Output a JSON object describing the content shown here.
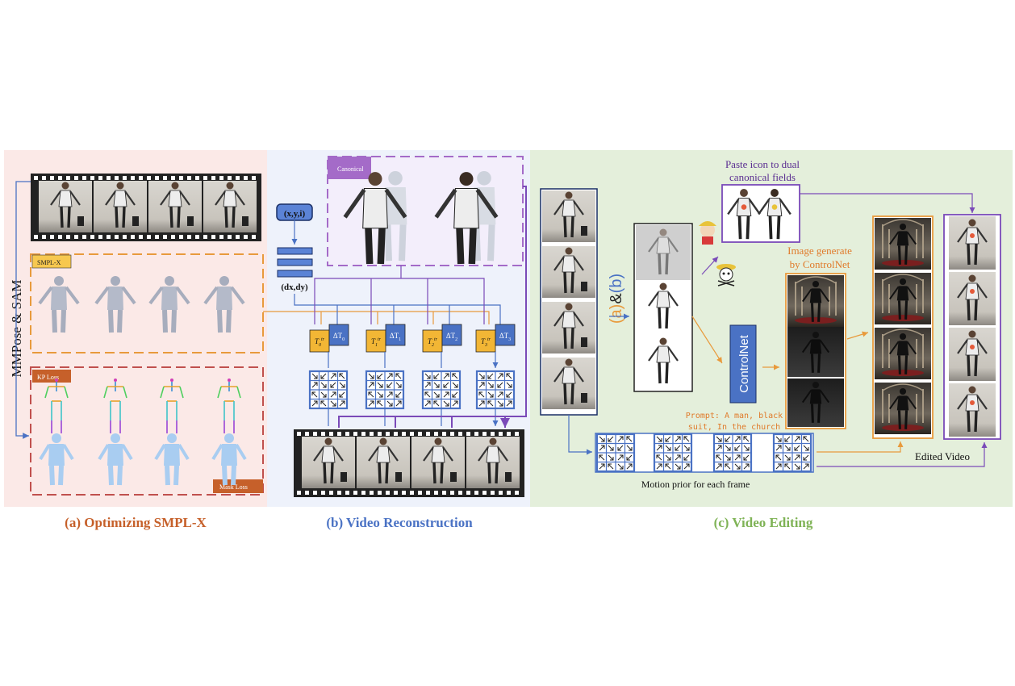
{
  "panel_a": {
    "caption": "(a) Optimizing SMPL-X",
    "side_label": "MMPose & SAM",
    "smplx_tag": "SMPL-X",
    "kp_loss_tag": "KP Loss",
    "mask_loss_tag": "Mask Loss"
  },
  "panel_b": {
    "caption": "(b) Video Reconstruction",
    "canonical_tag": "Canonical",
    "input_label": "(x,y,i)",
    "output_label": "(dx,dy)",
    "t_labels": [
      "T0tr",
      "T1tr",
      "T2tr",
      "T3tr"
    ],
    "dt_labels": [
      "ΔT0",
      "ΔT1",
      "ΔT2",
      "ΔT3"
    ]
  },
  "panel_c": {
    "caption": "(c) Video Editing",
    "paste_label_line1": "Paste icon to dual",
    "paste_label_line2": "canonical fields",
    "ab_label_a": "(a)",
    "ab_label_amp": "&",
    "ab_label_b": "(b)",
    "controlnet_label": "ControlNet",
    "image_gen_line1": "Image generate",
    "image_gen_line2": "by ControlNet",
    "prompt_line1": "Prompt: A man, black",
    "prompt_line2": "suit, In the church",
    "motion_prior_label": "Motion prior for each frame",
    "edited_video_label": "Edited Video"
  },
  "colors": {
    "panel_a_bg": "#fbe9e7",
    "panel_b_bg": "#eef2fb",
    "panel_c_bg": "#e4efdb",
    "orange": "#e89a3c",
    "red_dash": "#c0504d",
    "blue": "#4a72c4",
    "purple": "#7a4ab8",
    "yellow": "#f2b635",
    "caption_a": "#c6602a",
    "caption_b": "#4a72c4",
    "caption_c": "#7fb356"
  }
}
